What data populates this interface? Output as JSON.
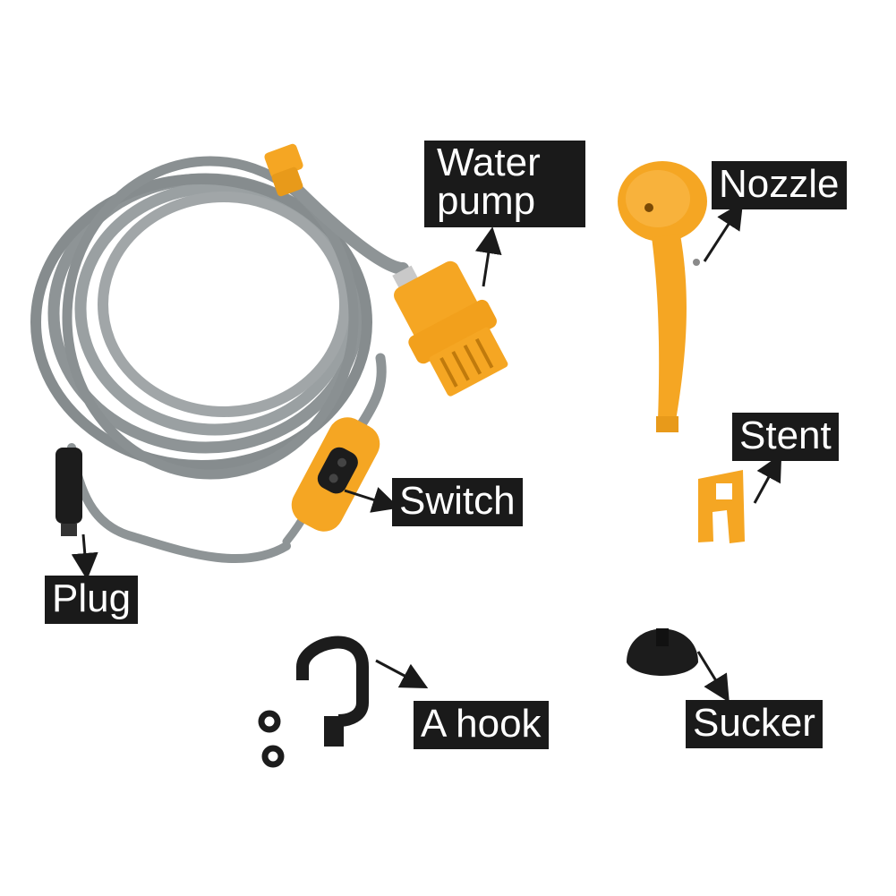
{
  "labels": {
    "water_pump": "Water\npump",
    "nozzle": "Nozzle",
    "stent": "Stent",
    "switch": "Switch",
    "plug": "Plug",
    "hook": "A hook",
    "sucker": "Sucker"
  },
  "colors": {
    "background": "#ffffff",
    "label_bg": "#1a1a1a",
    "label_text": "#ffffff",
    "hose": "#8e9496",
    "accessory_orange": "#f5a623",
    "black_parts": "#1c1c1c"
  }
}
